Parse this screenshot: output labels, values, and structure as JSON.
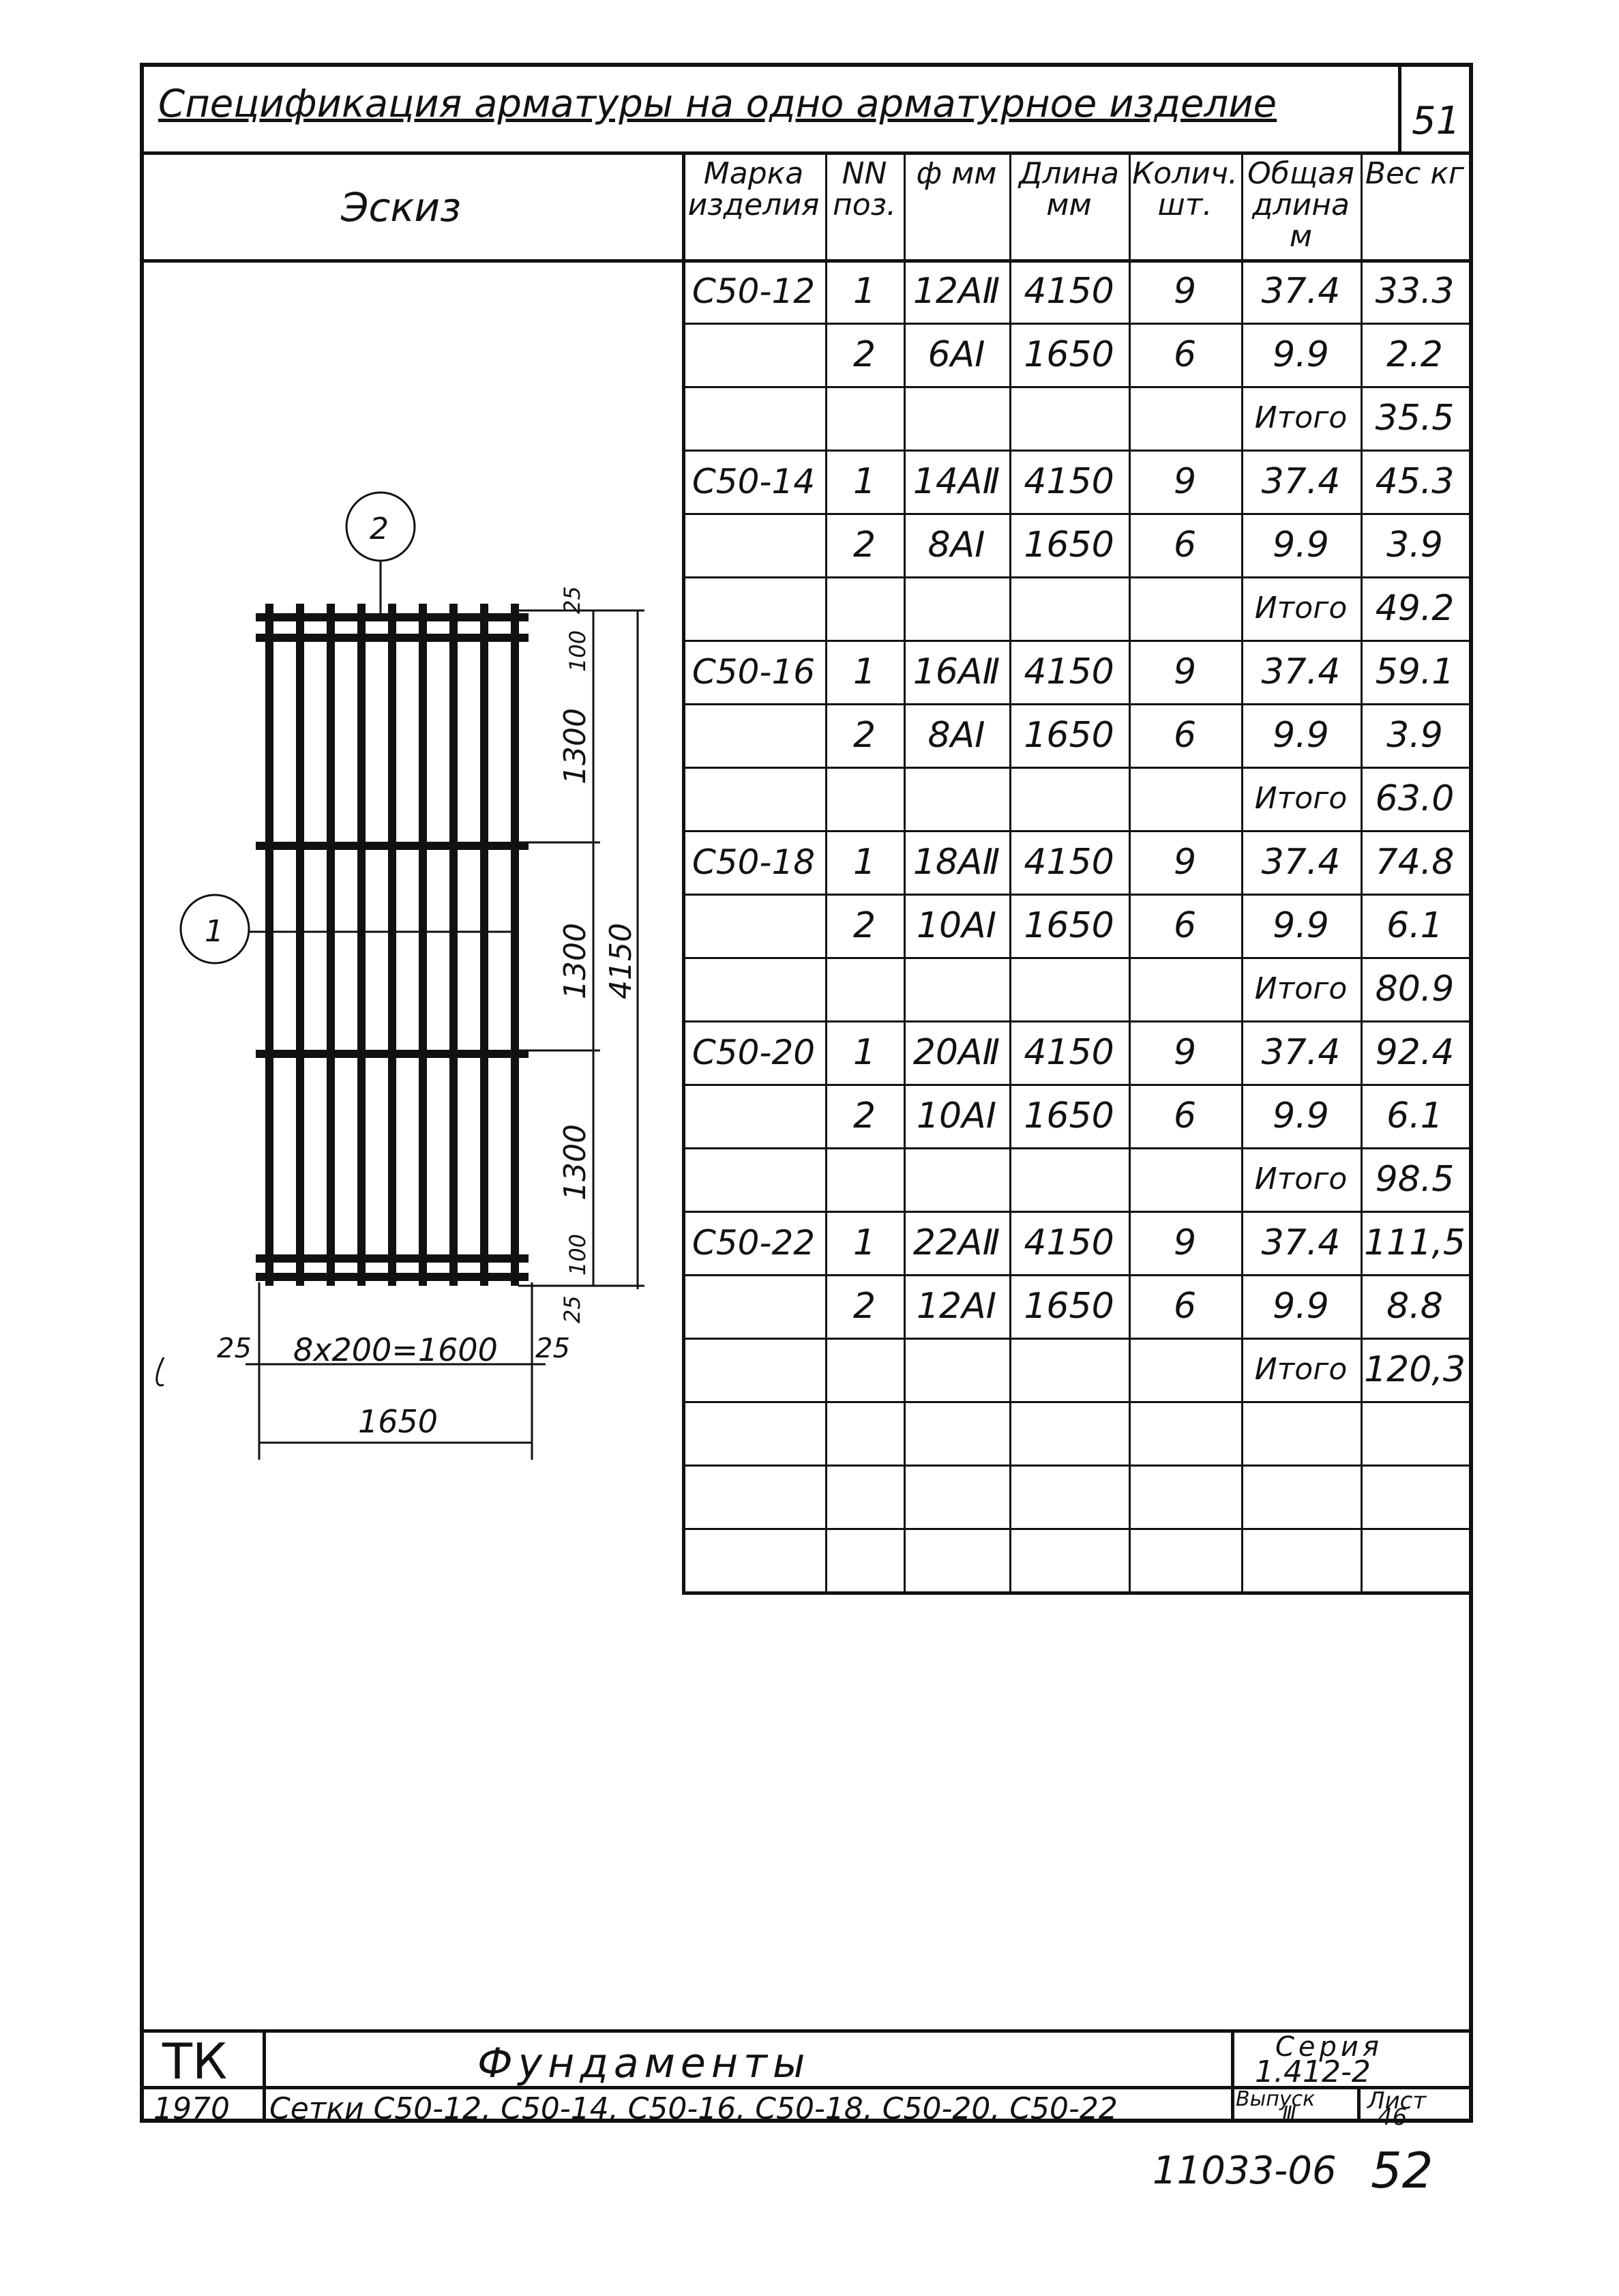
{
  "title": "Спецификация арматуры на одно арматурное изделие",
  "page_corner": "51",
  "sketch_label": "Эскиз",
  "headers": {
    "mark": "Марка изделия",
    "pos": "NN поз.",
    "diam": "ф мм",
    "length": "Длина мм",
    "qty": "Колич. шт.",
    "total_len": "Общая длина м",
    "weight": "Вес кг"
  },
  "groups": [
    {
      "mark": "С50-12",
      "rows": [
        {
          "pos": "1",
          "diam": "12АⅡ",
          "length": "4150",
          "qty": "9",
          "total_len": "37.4",
          "weight": "33.3"
        },
        {
          "pos": "2",
          "diam": "6АⅠ",
          "length": "1650",
          "qty": "6",
          "total_len": "9.9",
          "weight": "2.2"
        }
      ],
      "total_label": "Итого",
      "total": "35.5"
    },
    {
      "mark": "С50-14",
      "rows": [
        {
          "pos": "1",
          "diam": "14АⅡ",
          "length": "4150",
          "qty": "9",
          "total_len": "37.4",
          "weight": "45.3"
        },
        {
          "pos": "2",
          "diam": "8АⅠ",
          "length": "1650",
          "qty": "6",
          "total_len": "9.9",
          "weight": "3.9"
        }
      ],
      "total_label": "Итого",
      "total": "49.2"
    },
    {
      "mark": "С50-16",
      "rows": [
        {
          "pos": "1",
          "diam": "16АⅡ",
          "length": "4150",
          "qty": "9",
          "total_len": "37.4",
          "weight": "59.1"
        },
        {
          "pos": "2",
          "diam": "8АⅠ",
          "length": "1650",
          "qty": "6",
          "total_len": "9.9",
          "weight": "3.9"
        }
      ],
      "total_label": "Итого",
      "total": "63.0"
    },
    {
      "mark": "С50-18",
      "rows": [
        {
          "pos": "1",
          "diam": "18АⅡ",
          "length": "4150",
          "qty": "9",
          "total_len": "37.4",
          "weight": "74.8"
        },
        {
          "pos": "2",
          "diam": "10АⅠ",
          "length": "1650",
          "qty": "6",
          "total_len": "9.9",
          "weight": "6.1"
        }
      ],
      "total_label": "Итого",
      "total": "80.9"
    },
    {
      "mark": "С50-20",
      "rows": [
        {
          "pos": "1",
          "diam": "20АⅡ",
          "length": "4150",
          "qty": "9",
          "total_len": "37.4",
          "weight": "92.4"
        },
        {
          "pos": "2",
          "diam": "10АⅠ",
          "length": "1650",
          "qty": "6",
          "total_len": "9.9",
          "weight": "6.1"
        }
      ],
      "total_label": "Итого",
      "total": "98.5"
    },
    {
      "mark": "С50-22",
      "rows": [
        {
          "pos": "1",
          "diam": "22АⅡ",
          "length": "4150",
          "qty": "9",
          "total_len": "37.4",
          "weight": "111,5"
        },
        {
          "pos": "2",
          "diam": "12АⅠ",
          "length": "1650",
          "qty": "6",
          "total_len": "9.9",
          "weight": "8.8"
        }
      ],
      "total_label": "Итого",
      "total": "120,3"
    }
  ],
  "sketch": {
    "callout_1": "1",
    "callout_2": "2",
    "dim_25_top": "25",
    "dim_100_top": "100",
    "dim_1300_a": "1300",
    "dim_1300_b": "1300",
    "dim_1300_c": "1300",
    "dim_100_bottom": "100",
    "dim_25_bottom": "25",
    "dim_4150": "4150",
    "dim_left_25": "25",
    "dim_spacing": "8х200=1600",
    "dim_right_25": "25",
    "dim_width": "1650"
  },
  "footer": {
    "code": "ТК",
    "name": "Фундаменты",
    "series_label": "Серия",
    "series_value": "1.412-2",
    "year": "1970",
    "description": "Сетки С50-12, С50-14, С50-16, С50-18, С50-20, С50-22",
    "issue_label": "Выпуск",
    "issue_value": "Ⅲ",
    "sheet_label": "Лист",
    "sheet_value": "46"
  },
  "bottom_stamp": "11033-06",
  "bottom_page": "52"
}
